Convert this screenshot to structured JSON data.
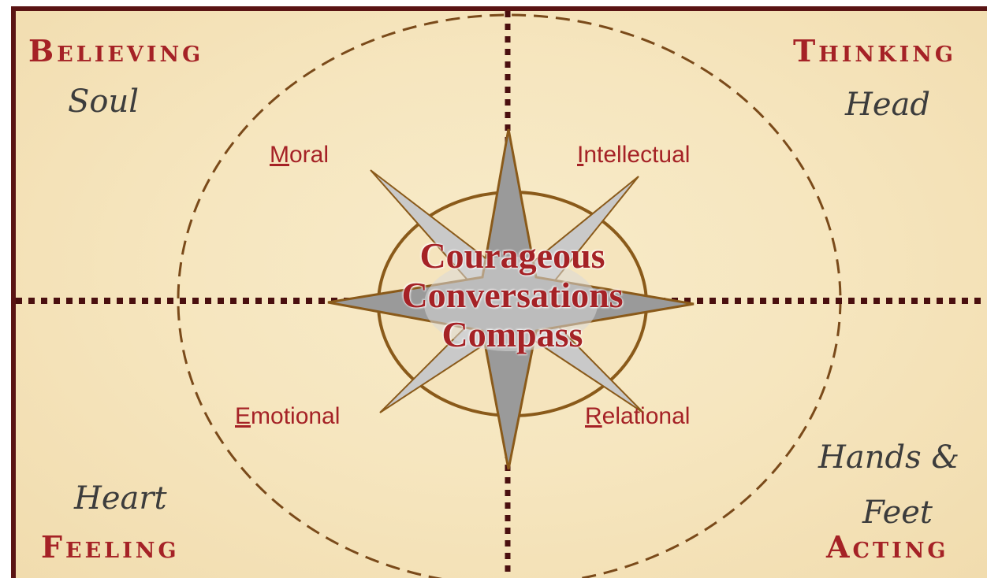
{
  "quadrants": {
    "top_left": {
      "title": "Believing",
      "subtitle": "Soul"
    },
    "top_right": {
      "title": "Thinking",
      "subtitle": "Head"
    },
    "bottom_left": {
      "title": "Feeling",
      "subtitle": "Heart"
    },
    "bottom_right": {
      "title": "Acting",
      "subtitle_line1": "Hands &",
      "subtitle_line2": "Feet"
    }
  },
  "dimensions": {
    "moral": {
      "initial": "M",
      "rest": "oral"
    },
    "intellectual": {
      "initial": "I",
      "rest": "ntellectual"
    },
    "emotional": {
      "initial": "E",
      "rest": "motional"
    },
    "relational": {
      "initial": "R",
      "rest": "elational"
    }
  },
  "center": {
    "line1": "Courageous",
    "line2": "Conversations",
    "line3": "Compass"
  },
  "colors": {
    "accent": "#a52226",
    "frame": "#5a1414",
    "divider": "#4a0f0f",
    "circle": "#7a4a1a",
    "star_main": "#9a9a9a",
    "star_diag": "#c9c9c9",
    "star_outline": "#8a5a1a"
  }
}
